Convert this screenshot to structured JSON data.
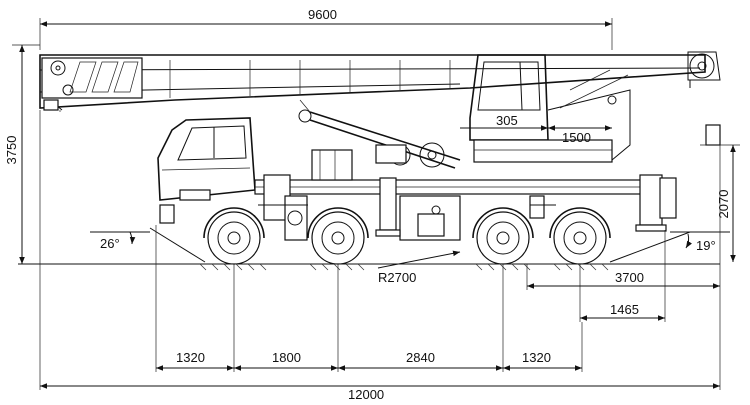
{
  "dimensions": {
    "overall_boom_length": "9600",
    "overall_height": "3750",
    "overall_length": "12000",
    "rear_height": "2070",
    "cab_dim_a": "305",
    "cab_dim_b": "1500",
    "turning_radius": "R2700",
    "front_overhang": "1320",
    "wheelbase_1": "1800",
    "wheelbase_2": "2840",
    "wheelbase_3": "1320",
    "rear_overhang": "3700",
    "rear_outrigger": "1465",
    "approach_angle": "26°",
    "departure_angle": "19°"
  },
  "colors": {
    "ink": "#111111",
    "paper": "#ffffff"
  }
}
